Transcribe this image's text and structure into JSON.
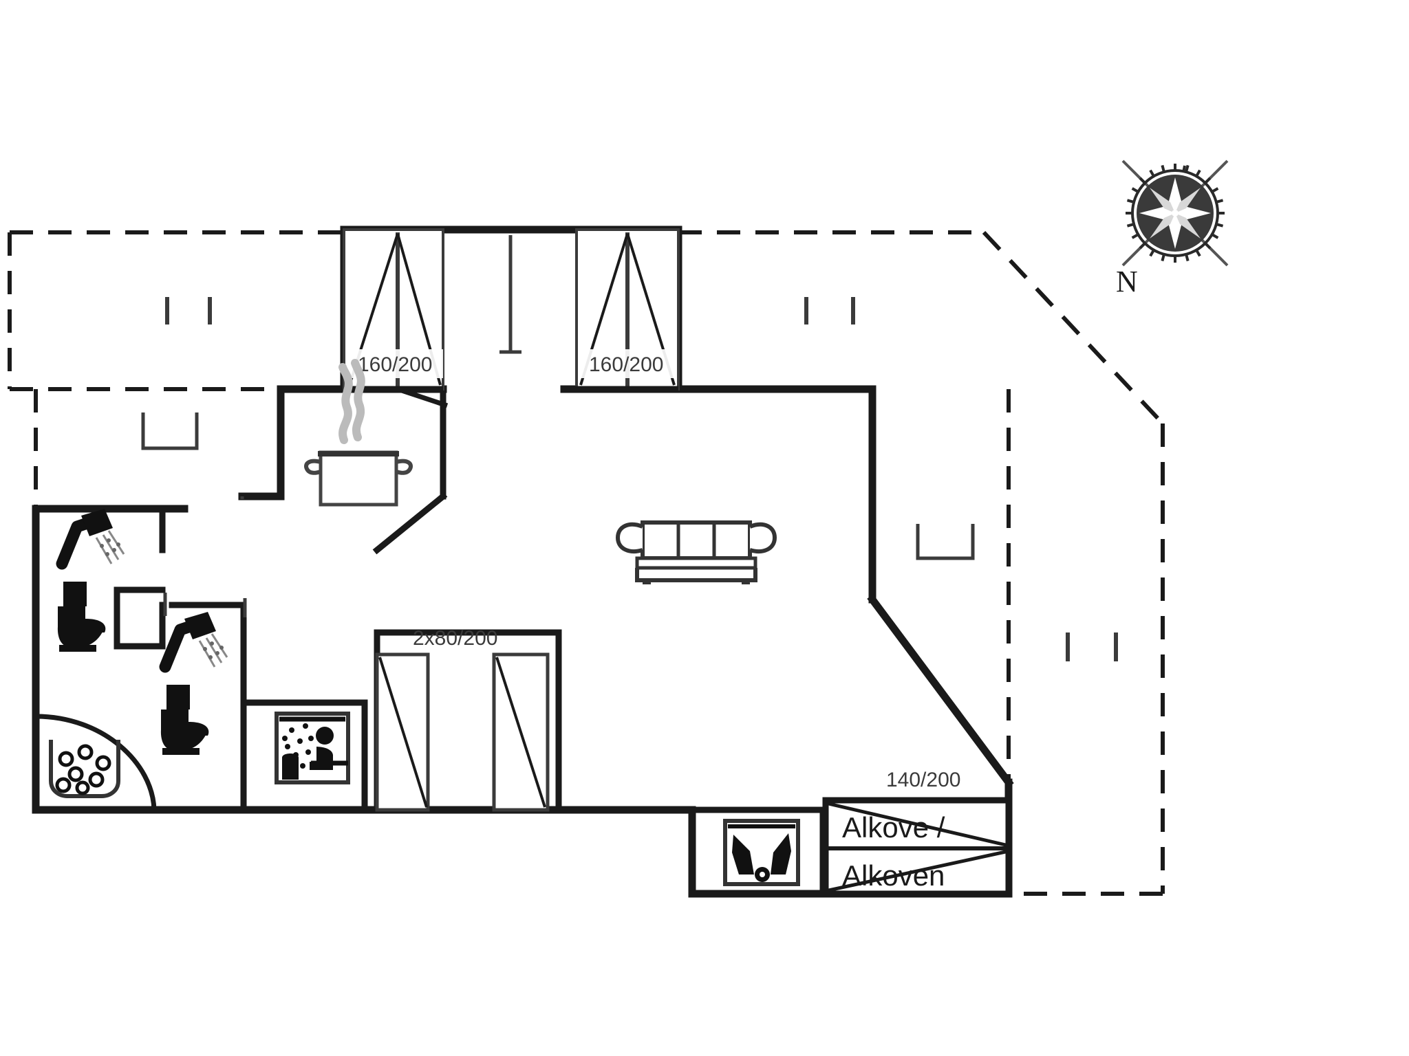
{
  "document": {
    "type": "floor-plan",
    "title": "Holiday house floor plan"
  },
  "compass": {
    "icon": "compass-rose-icon",
    "north_label": "N"
  },
  "labels": {
    "window_left": "160/200",
    "window_right": "160/200",
    "bedroom_doors": "2x80/200",
    "alcove_dimension": "140/200",
    "alcove_line1": "Alkove /",
    "alcove_line2": "Alkoven"
  },
  "icons": {
    "kitchen": "cooking-pot-icon",
    "sofa": "sofa-icon",
    "shower_1": "shower-head-icon",
    "toilet_1": "toilet-icon",
    "shower_2": "shower-head-icon",
    "toilet_2": "toilet-icon",
    "whirlpool": "whirlpool-bath-icon",
    "sauna": "sauna-icon",
    "fireplace": "fireplace-icon"
  },
  "colors": {
    "wall": "#1a1a1a",
    "thin_line": "#3b3b3b",
    "terrace_dashed": "#1a1a1a",
    "background": "#ffffff",
    "steam": "#bbbbbb"
  },
  "rooms": [
    {
      "name": "terrace-north-west",
      "boundary": "dashed"
    },
    {
      "name": "kitchen",
      "boundary": "solid"
    },
    {
      "name": "living-room",
      "boundary": "solid"
    },
    {
      "name": "bathroom-west",
      "boundary": "solid"
    },
    {
      "name": "bathroom-south",
      "boundary": "solid"
    },
    {
      "name": "sauna-room",
      "boundary": "solid"
    },
    {
      "name": "bedroom-left",
      "boundary": "solid"
    },
    {
      "name": "bedroom-right",
      "boundary": "solid"
    },
    {
      "name": "alcove",
      "boundary": "solid"
    },
    {
      "name": "terrace-east",
      "boundary": "dashed"
    }
  ]
}
